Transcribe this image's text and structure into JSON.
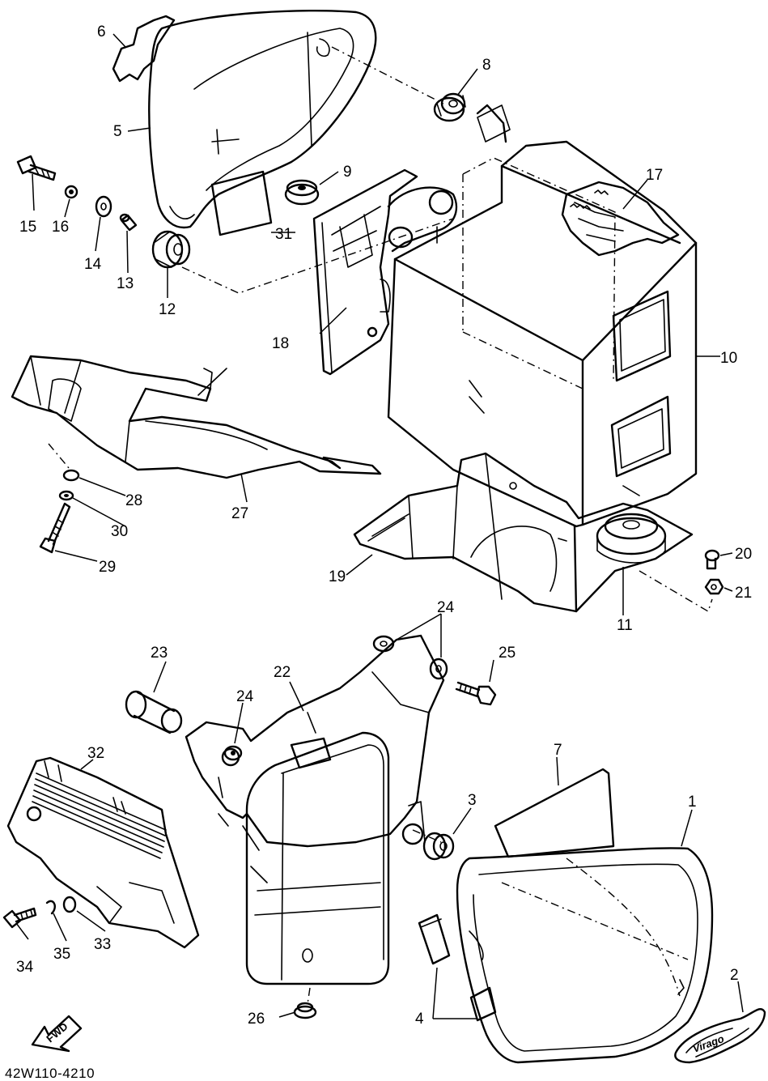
{
  "callouts": {
    "c1": "1",
    "c2": "2",
    "c3": "3",
    "c4": "4",
    "c5": "5",
    "c6": "6",
    "c7": "7",
    "c8": "8",
    "c9": "9",
    "c10": "10",
    "c11": "11",
    "c12": "12",
    "c13": "13",
    "c14": "14",
    "c15": "15",
    "c16": "16",
    "c17": "17",
    "c18": "18",
    "c19": "19",
    "c20": "20",
    "c21": "21",
    "c22": "22",
    "c23": "23",
    "c24a": "24",
    "c24b": "24",
    "c25": "25",
    "c26": "26",
    "c27": "27",
    "c28": "28",
    "c29": "29",
    "c30": "30",
    "c31": "31",
    "c32": "32",
    "c33": "33",
    "c34": "34",
    "c35": "35"
  },
  "forward_arrow": {
    "label": "FWD"
  },
  "drawing_code": "42W110-4210",
  "emblem_text": "Virago"
}
